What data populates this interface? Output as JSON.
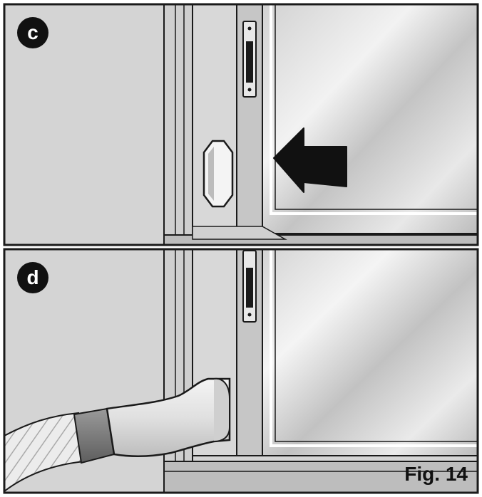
{
  "figure": {
    "caption": "Fig. 14",
    "panels": [
      {
        "label": "c",
        "step": "insert-window-adapter-slide-sash-closed"
      },
      {
        "label": "d",
        "step": "attach-exhaust-hose-to-adapter"
      }
    ],
    "colors": {
      "outline": "#1a1a1a",
      "wall": "#d6d6d6",
      "frame": "#c9c9c9",
      "frame_light": "#e6e6e6",
      "glass": "#bdbdbd",
      "arrow": "#111111",
      "hose": "#e4e4e4",
      "hose_band": "#7a7a7a",
      "background": "#ffffff"
    },
    "icons": [
      "slide-left-arrow-icon",
      "window-adapter-icon",
      "exhaust-hose-icon"
    ]
  }
}
